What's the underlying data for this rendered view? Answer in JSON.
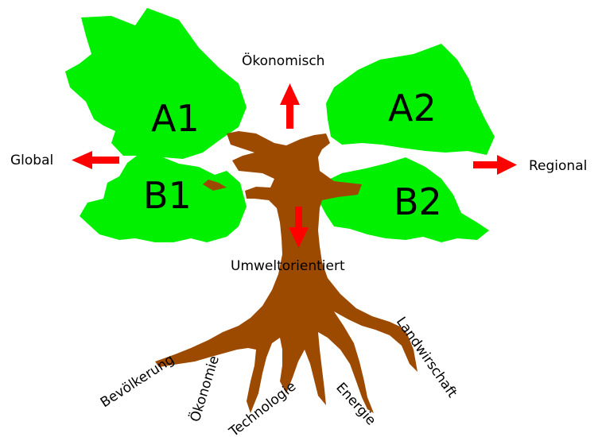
{
  "diagram": {
    "quadrants": {
      "a1": "A1",
      "a2": "A2",
      "b1": "B1",
      "b2": "B2"
    },
    "directions": {
      "up": "Ökonomisch",
      "left": "Global",
      "right": "Regional",
      "down": "Umweltorientiert"
    },
    "roots": [
      "Bevölkerung",
      "Ökonomie",
      "Technologie",
      "Energie",
      "Landwirschaft"
    ],
    "colors": {
      "foliage": "#00f000",
      "trunk": "#9c4a00",
      "arrow": "#ff0000"
    }
  }
}
